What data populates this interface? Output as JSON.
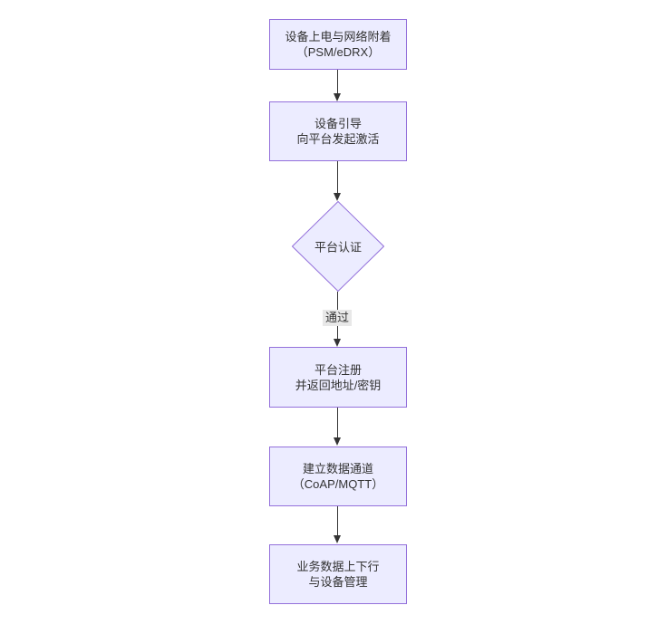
{
  "flowchart": {
    "background": "#ffffff",
    "theme": {
      "node_fill": "#ECECFF",
      "node_border": "#9370DB",
      "arrow_color": "#333333",
      "text_color": "#333333",
      "edge_label_bg": "#e8e8e8"
    },
    "nodes": [
      {
        "id": "power-attach",
        "shape": "rect",
        "lines": [
          "设备上电与网络附着",
          "（PSM/eDRX）"
        ]
      },
      {
        "id": "bootstrap",
        "shape": "rect",
        "lines": [
          "设备引导",
          "向平台发起激活"
        ]
      },
      {
        "id": "platform-auth",
        "shape": "diamond",
        "lines": [
          "平台认证"
        ]
      },
      {
        "id": "register",
        "shape": "rect",
        "lines": [
          "平台注册",
          "并返回地址/密钥"
        ]
      },
      {
        "id": "data-channel",
        "shape": "rect",
        "lines": [
          "建立数据通道",
          "（CoAP/MQTT）"
        ]
      },
      {
        "id": "business",
        "shape": "rect",
        "lines": [
          "业务数据上下行",
          "与设备管理"
        ]
      }
    ],
    "edges": [
      {
        "from": "power-attach",
        "to": "bootstrap",
        "label": ""
      },
      {
        "from": "bootstrap",
        "to": "platform-auth",
        "label": ""
      },
      {
        "from": "platform-auth",
        "to": "register",
        "label": "通过"
      },
      {
        "from": "register",
        "to": "data-channel",
        "label": ""
      },
      {
        "from": "data-channel",
        "to": "business",
        "label": ""
      }
    ]
  }
}
